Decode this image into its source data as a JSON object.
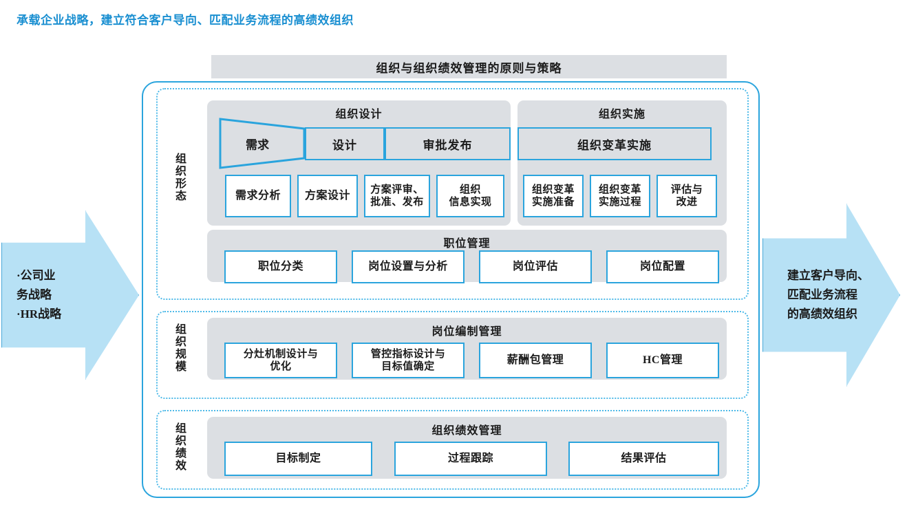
{
  "page": {
    "title": "承载企业战略，建立符合客户导向、匹配业务流程的高绩效组织",
    "accent_color": "#2aa4dd",
    "title_color": "#1a8fd1",
    "panel_color": "#dcdfe3",
    "arrow_fill": "#b7e1f5"
  },
  "top_bar": {
    "label": "组织与组织绩效管理的原则与策略"
  },
  "left_arrow": {
    "text": "·公司业\n  务战略\n·HR战略"
  },
  "right_arrow": {
    "text": "建立客户导向、\n匹配业务流程\n的高绩效组织"
  },
  "bands": [
    {
      "key": "shape",
      "side_label": "组织形态"
    },
    {
      "key": "scale",
      "side_label": "组织规模"
    },
    {
      "key": "perf",
      "side_label": "组织绩效"
    }
  ],
  "panels": {
    "design": {
      "title": "组织设计",
      "stages": [
        {
          "label": "需求",
          "shape": "funnel"
        },
        {
          "label": "设计",
          "shape": "rect"
        },
        {
          "label": "审批发布",
          "shape": "rect"
        }
      ],
      "leaves": [
        "需求分析",
        "方案设计",
        "方案评审、\n批准、发布",
        "组织\n信息实现"
      ]
    },
    "implementation": {
      "title": "组织实施",
      "stages": [
        {
          "label": "组织变革实施",
          "shape": "rect"
        }
      ],
      "leaves": [
        "组织变革\n实施准备",
        "组织变革\n实施过程",
        "评估与\n改进"
      ]
    },
    "position": {
      "title": "职位管理",
      "leaves": [
        "职位分类",
        "岗位设置与分析",
        "岗位评估",
        "岗位配置"
      ]
    },
    "establishment": {
      "title": "岗位编制管理",
      "leaves": [
        "分灶机制设计与\n优化",
        "管控指标设计与\n目标值确定",
        "薪酬包管理",
        "HC管理"
      ]
    },
    "performance": {
      "title": "组织绩效管理",
      "leaves": [
        "目标制定",
        "过程跟踪",
        "结果评估"
      ]
    }
  }
}
